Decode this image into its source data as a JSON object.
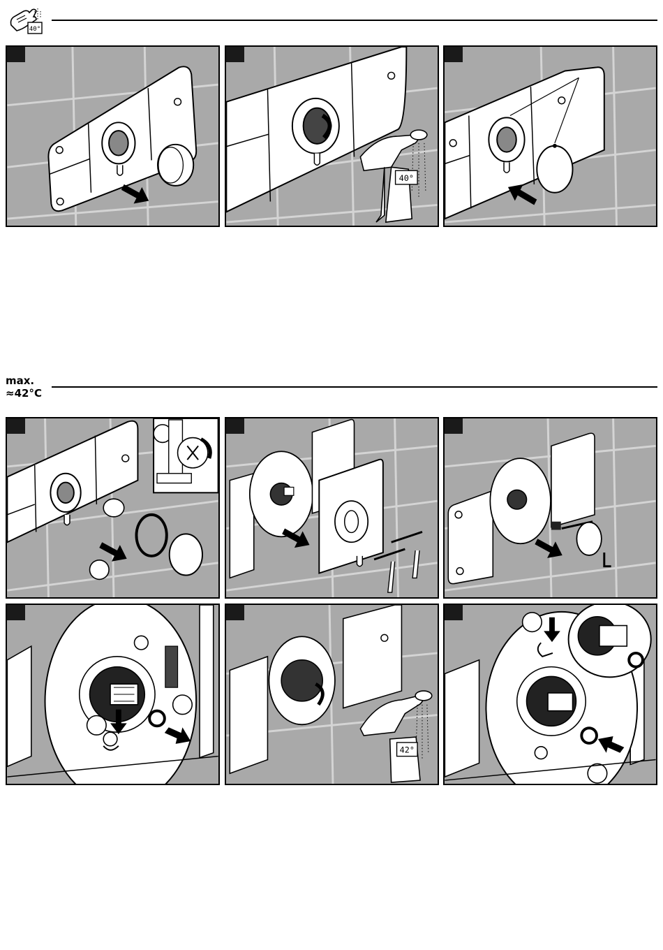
{
  "header_top": {
    "icon": "hand-thermometer-icon",
    "icon_readout": "40°"
  },
  "header_bottom": {
    "max_line1": "max.",
    "max_line2": "≈42°C"
  },
  "panels": {
    "p2_display": "40°",
    "p8_display": "42°"
  },
  "colors": {
    "wall": "#a9a9a9",
    "grout": "#d4d4d4",
    "plate": "#ffffff",
    "ink": "#000000"
  }
}
